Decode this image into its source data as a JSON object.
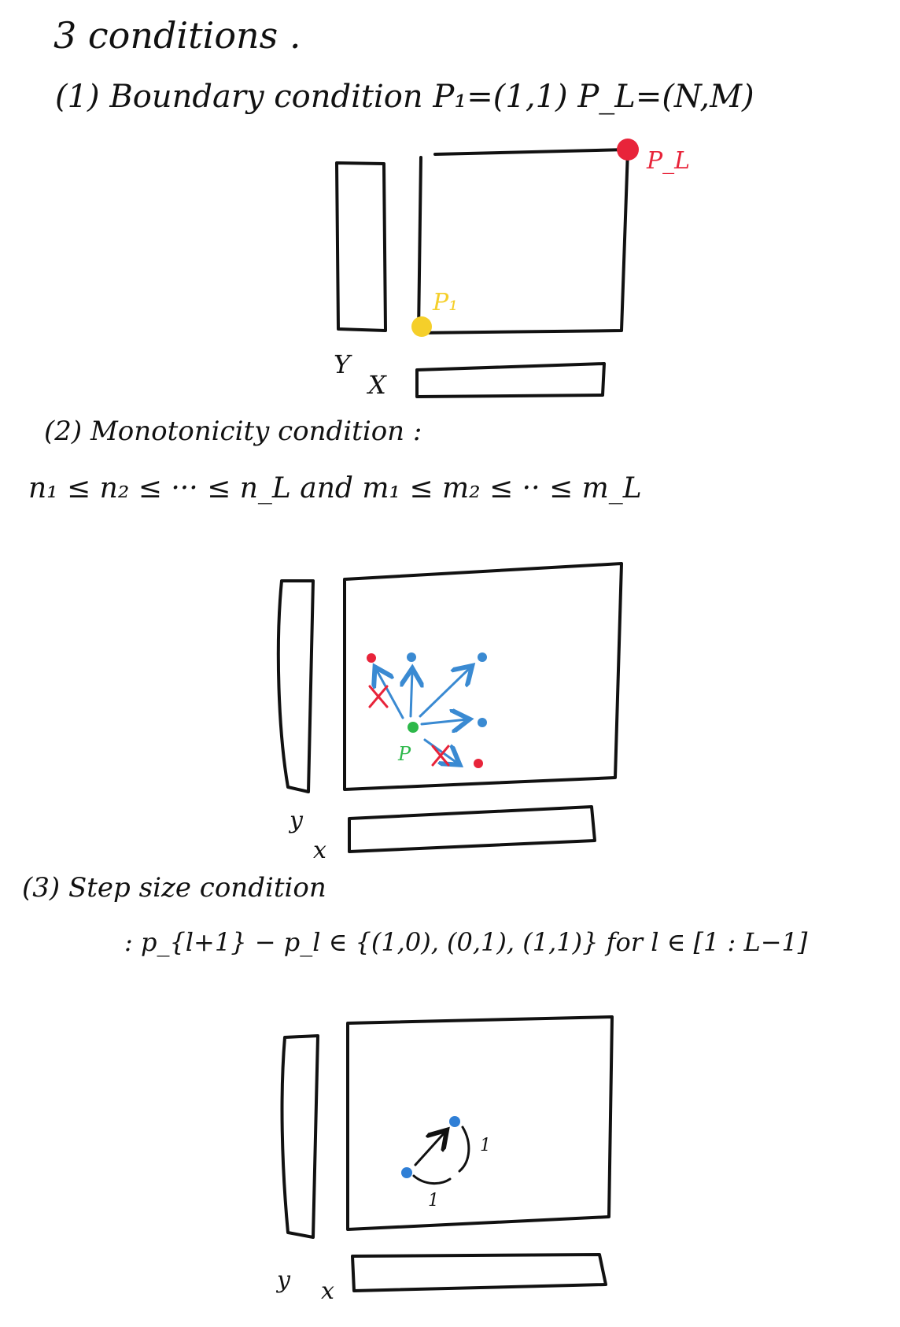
{
  "title": "3 conditions .",
  "section1": {
    "heading": "(1) Boundary condition P₁=(1,1)  P_L=(N,M)",
    "p1_label": "P₁",
    "pL_label": "P_L",
    "y_label": "Y",
    "x_label": "X",
    "colors": {
      "p1": "#f5cf2a",
      "pL": "#e8243a"
    }
  },
  "section2": {
    "heading": "(2) Monotonicity condition :",
    "equation": "n₁ ≤ n₂ ≤ ··· ≤ n_L  and  m₁ ≤ m₂ ≤ ·· ≤ m_L",
    "p_label": "P",
    "y_label": "y",
    "x_label": "x",
    "colors": {
      "valid": "#3a8ad2",
      "invalid": "#e8243a",
      "p": "#2db84a"
    }
  },
  "section3": {
    "heading": "(3) Step size condition",
    "equation": ": p_{l+1} − p_l ∈ {(1,0), (0,1), (1,1)} for l ∈ [1 : L−1]",
    "step_label_right": "1",
    "step_label_bottom": "1",
    "y_label": "y",
    "x_label": "x",
    "colors": {
      "point": "#2f7fd6"
    }
  }
}
